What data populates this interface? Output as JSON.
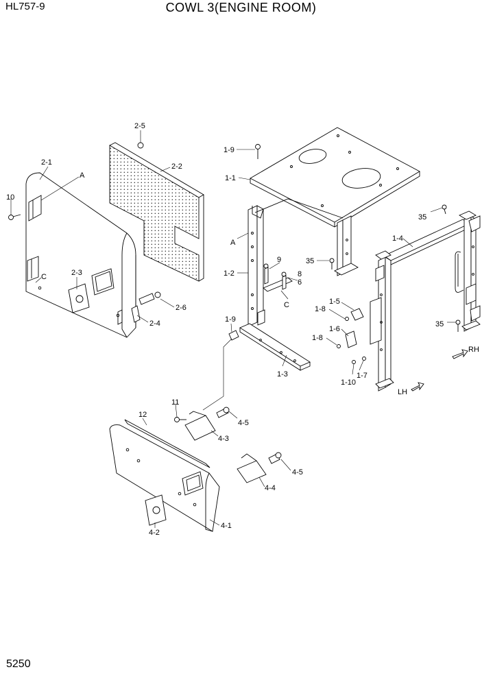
{
  "header": {
    "model": "HL757-9",
    "title": "COWL 3(ENGINE ROOM)"
  },
  "footer": {
    "page_number": "5250"
  },
  "callouts": {
    "c_2_5": "2-5",
    "c_2_2": "2-2",
    "c_2_1": "2-1",
    "c_a_left": "A",
    "c_10": "10",
    "c_c_left": "C",
    "c_2_3": "2-3",
    "c_2_6": "2-6",
    "c_2_4": "2-4",
    "c_1_9_top": "1-9",
    "c_1_1": "1-1",
    "c_a_mid": "A",
    "c_1_2": "1-2",
    "c_9": "9",
    "c_8": "8",
    "c_6": "6",
    "c_c_mid": "C",
    "c_35_mid": "35",
    "c_1_9_low": "1-9",
    "c_1_3": "1-3",
    "c_1_5": "1-5",
    "c_1_8_a": "1-8",
    "c_1_6": "1-6",
    "c_1_8_b": "1-8",
    "c_1_10": "1-10",
    "c_1_7": "1-7",
    "c_35_top": "35",
    "c_1_4": "1-4",
    "c_35_right": "35",
    "c_rh": "RH",
    "c_lh": "LH",
    "c_11": "11",
    "c_12": "12",
    "c_4_5_a": "4-5",
    "c_4_3": "4-3",
    "c_4_5_b": "4-5",
    "c_4_4": "4-4",
    "c_4_1": "4-1",
    "c_4_2": "4-2"
  }
}
